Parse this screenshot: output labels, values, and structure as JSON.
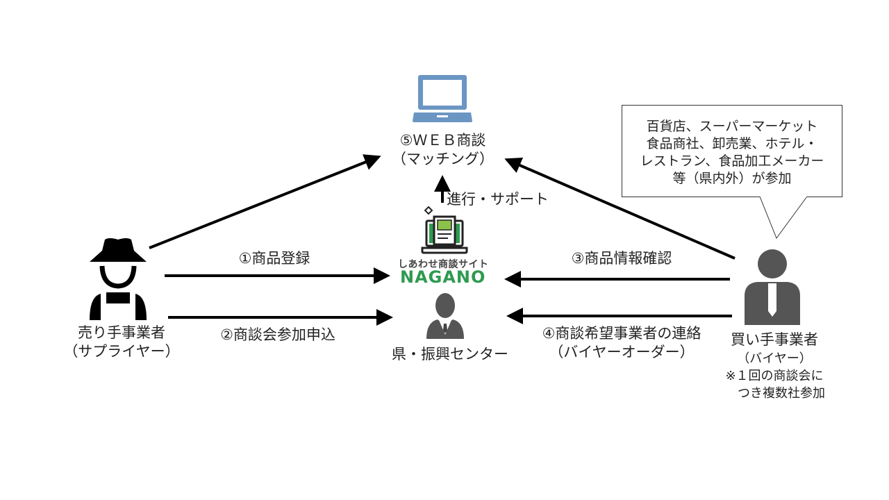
{
  "web_meeting": {
    "line1": "⑤ＷＥＢ商談",
    "line2": "（マッチング）",
    "icon": "laptop-icon",
    "icon_color": "#6b96c3"
  },
  "support_label": "進行・サポート",
  "platform": {
    "subtitle": "しあわせ商談サイト",
    "name": "NAGANO",
    "brand_color": "#2e9a50"
  },
  "center_org": {
    "label": "県・振興センター",
    "icon": "businessman-icon"
  },
  "supplier": {
    "line1": "売り手事業者",
    "line2": "（サプライヤー）",
    "icon": "farmer-icon"
  },
  "buyer": {
    "line1": "買い手事業者",
    "line2": "（バイヤー）",
    "note1": "※１回の商談会に",
    "note2": "つき複数社参加",
    "icon": "person-tie-icon"
  },
  "callout": {
    "lines": [
      "百貨店、スーパーマーケット",
      "食品商社、卸売業、ホテル・",
      "レストラン、食品加工メーカー",
      "等（県内外）が参加"
    ]
  },
  "steps": {
    "step1": "①商品登録",
    "step2": "②商談会参加申込",
    "step3": "③商品情報確認",
    "step4_line1": "④商談希望事業者の連絡",
    "step4_line2": "（バイヤーオーダー）"
  }
}
